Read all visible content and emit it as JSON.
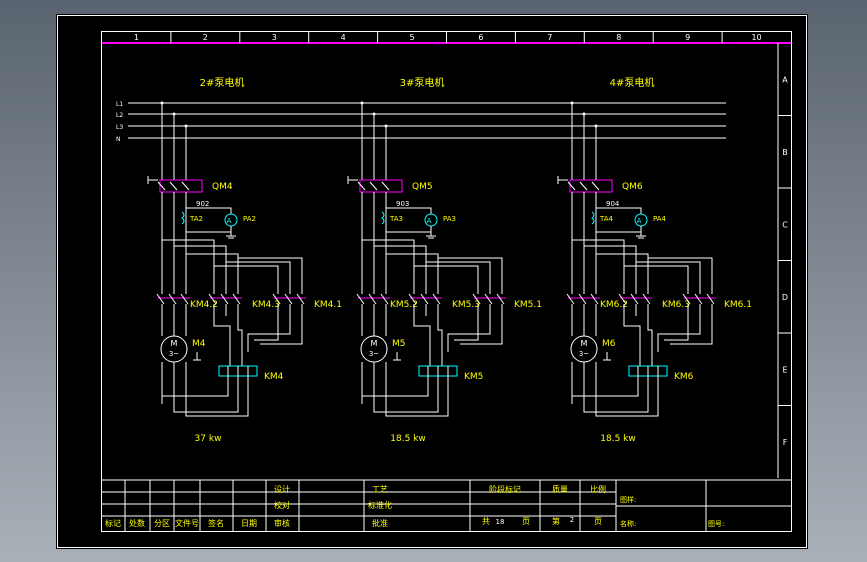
{
  "colors": {
    "background_top": "#5a6470",
    "background_bottom": "#a9b0b8",
    "sheet": "#000000",
    "line": "#ffffff",
    "accent": "#ff00ff",
    "label": "#ffff00",
    "component": "#00ffff"
  },
  "zones_top": [
    "1",
    "2",
    "3",
    "4",
    "5",
    "6",
    "7",
    "8",
    "9",
    "10"
  ],
  "zones_side": [
    "A",
    "B",
    "C",
    "D",
    "E",
    "F"
  ],
  "bus_labels": [
    "L1",
    "L2",
    "L3",
    "N"
  ],
  "pumps": [
    {
      "title": "2#泵电机",
      "qm": "QM4",
      "wire": "902",
      "ta": "TA2",
      "pa": "PA2",
      "km_a": "KM4.2",
      "km_b": "KM4.3",
      "km_c": "KM4.1",
      "motor_id": "M4",
      "motor_sym": "M",
      "phase": "3~",
      "rel": "KM4",
      "power": "37 kw"
    },
    {
      "title": "3#泵电机",
      "qm": "QM5",
      "wire": "903",
      "ta": "TA3",
      "pa": "PA3",
      "km_a": "KM5.2",
      "km_b": "KM5.3",
      "km_c": "KM5.1",
      "motor_id": "M5",
      "motor_sym": "M",
      "phase": "3~",
      "rel": "KM5",
      "power": "18.5 kw"
    },
    {
      "title": "4#泵电机",
      "qm": "QM6",
      "wire": "904",
      "ta": "TA4",
      "pa": "PA4",
      "km_a": "KM6.2",
      "km_b": "KM6.3",
      "km_c": "KM6.1",
      "motor_id": "M6",
      "motor_sym": "M",
      "phase": "3~",
      "rel": "KM6",
      "power": "18.5 kw"
    }
  ],
  "title_block": {
    "row_labels": [
      "标记",
      "处数",
      "分区",
      "文件号",
      "签名",
      "日期"
    ],
    "design": "设计",
    "check": "校对",
    "review": "审核",
    "craft": "工艺",
    "standard": "标准化",
    "approve": "批准",
    "stage_mark": "阶段标记",
    "weight": "质量",
    "scale": "比例",
    "total_pre": "共",
    "total_num": "18",
    "page_unit": "页",
    "sheet_pre": "第",
    "sheet_num": "2",
    "sheet_unit": "页",
    "name_label": "图样:",
    "code_label": "名称:",
    "drawing_no_label": "图号:"
  }
}
